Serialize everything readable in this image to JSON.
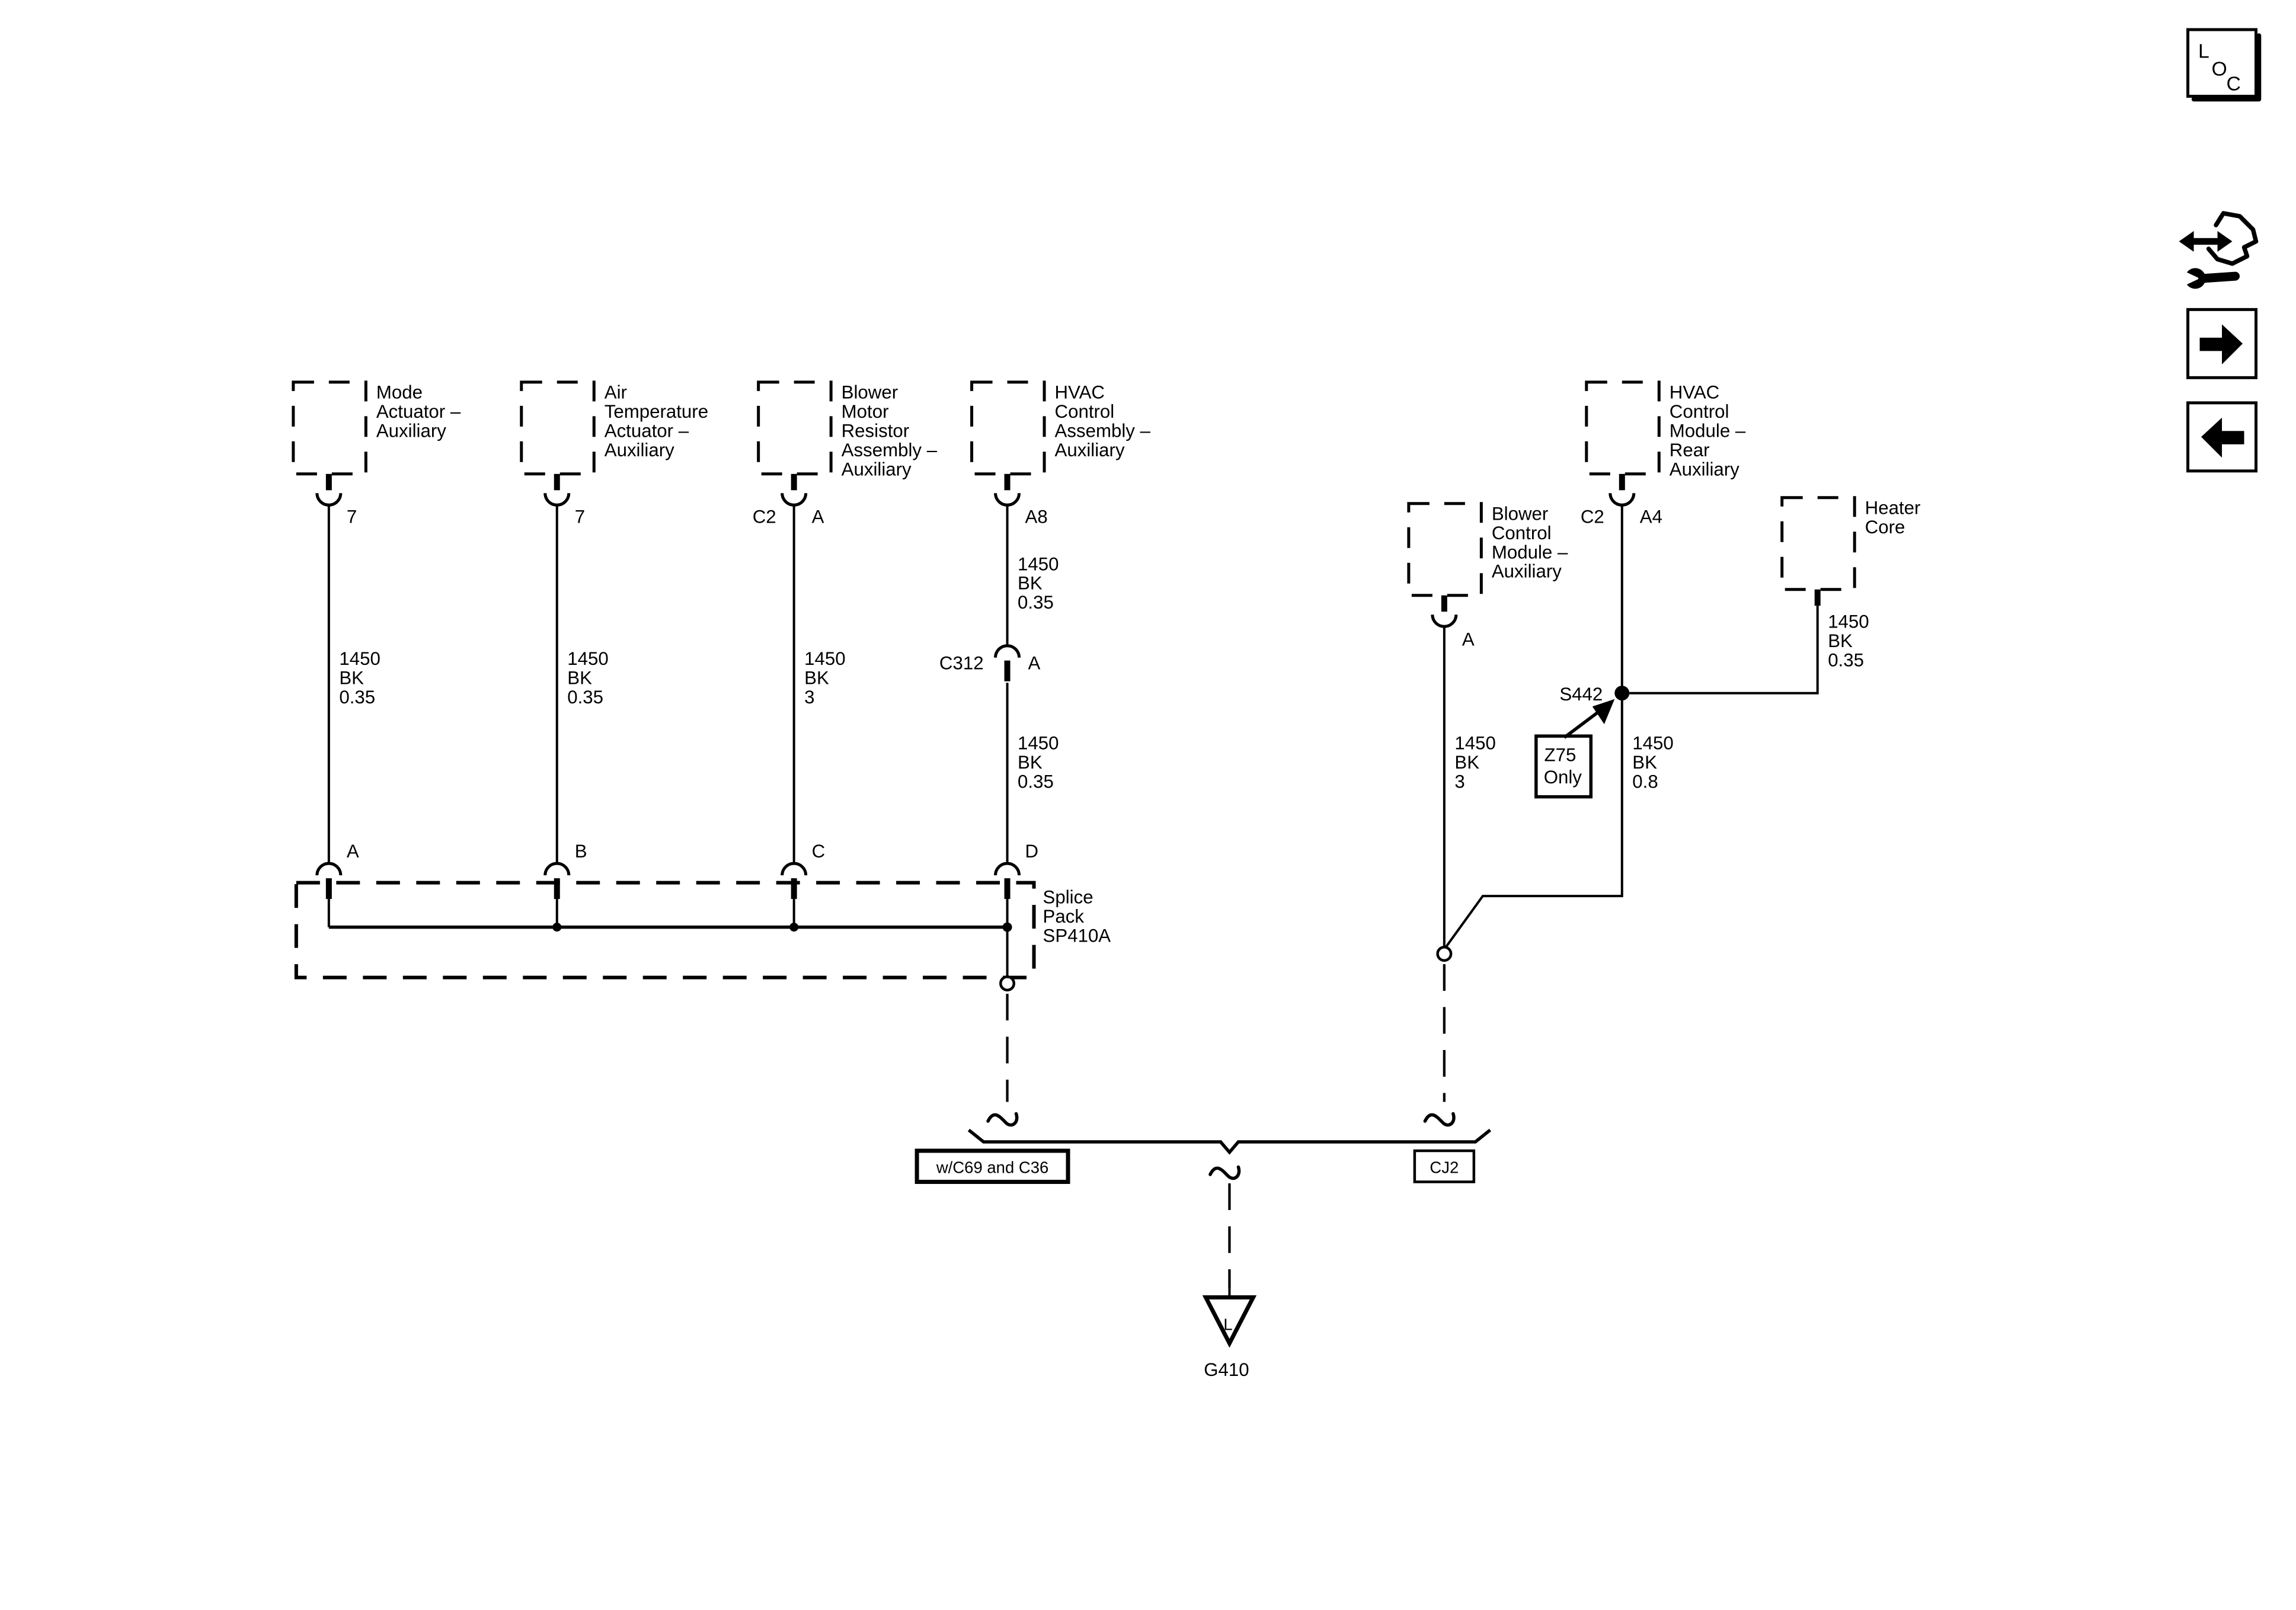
{
  "diagram": {
    "components": [
      {
        "id": "mode-actuator",
        "name_lines": [
          "Mode",
          "Actuator –",
          "Auxiliary"
        ],
        "pin": "7"
      },
      {
        "id": "air-temperature-actuator",
        "name_lines": [
          "Air",
          "Temperature",
          "Actuator –",
          "Auxiliary"
        ],
        "pin": "7"
      },
      {
        "id": "blower-motor-resistor",
        "name_lines": [
          "Blower",
          "Motor",
          "Resistor",
          "Assembly –",
          "Auxiliary"
        ],
        "connector": "C2",
        "pin": "A"
      },
      {
        "id": "hvac-control-assembly",
        "name_lines": [
          "HVAC",
          "Control",
          "Assembly –",
          "Auxiliary"
        ],
        "pin": "A8"
      },
      {
        "id": "hvac-control-module-rear",
        "name_lines": [
          "HVAC",
          "Control",
          "Module –",
          "Rear",
          "Auxiliary"
        ],
        "connector": "C2",
        "pin": "A4"
      },
      {
        "id": "blower-control-module",
        "name_lines": [
          "Blower",
          "Control",
          "Module –",
          "Auxiliary"
        ],
        "pin": "A"
      },
      {
        "id": "heater-core",
        "name_lines": [
          "Heater",
          "Core"
        ]
      }
    ],
    "wires": {
      "mode_ground": [
        "1450",
        "BK",
        "0.35"
      ],
      "air_temp_ground": [
        "1450",
        "BK",
        "0.35"
      ],
      "blower_resistor_ground": [
        "1450",
        "BK",
        "3"
      ],
      "hvac_assembly_upper": [
        "1450",
        "BK",
        "0.35"
      ],
      "hvac_assembly_lower": [
        "1450",
        "BK",
        "0.35"
      ],
      "blower_control_ground": [
        "1450",
        "BK",
        "3"
      ],
      "rear_module_ground": [
        "1450",
        "BK",
        "0.8"
      ],
      "heater_core_ground": [
        "1450",
        "BK",
        "0.35"
      ]
    },
    "inline_connector": {
      "label": "C312",
      "pin": "A"
    },
    "splice_pack": {
      "name_lines": [
        "Splice",
        "Pack",
        "SP410A"
      ],
      "pins": [
        "A",
        "B",
        "C",
        "D"
      ]
    },
    "splice_s442": "S442",
    "note_z75": [
      "Z75",
      "Only"
    ],
    "tag_harness": "w/C69 and C36",
    "tag_cj2": "CJ2",
    "ground": {
      "label": "G410",
      "letter": "L"
    },
    "loc_icon": [
      "L",
      "O",
      "C"
    ]
  }
}
